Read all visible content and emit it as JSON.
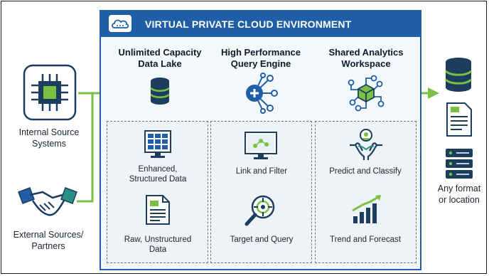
{
  "vpc": {
    "title": "VIRTUAL PRIVATE CLOUD ENVIRONMENT",
    "cloud_icon": "cloud-icon"
  },
  "columns": [
    {
      "title_line1": "Unlimited Capacity",
      "title_line2": "Data Lake",
      "header_icon": "database-icon",
      "items": [
        {
          "label_line1": "Enhanced,",
          "label_line2": "Structured Data",
          "icon": "grid-table-icon"
        },
        {
          "label_line1": "Raw, Unstructured",
          "label_line2": "Data",
          "icon": "document-icon"
        }
      ]
    },
    {
      "title_line1": "High Performance",
      "title_line2": "Query Engine",
      "header_icon": "query-node-icon",
      "items": [
        {
          "label_line1": "Link and Filter",
          "icon": "monitor-network-icon"
        },
        {
          "label_line1": "Target and Query",
          "icon": "magnifier-target-icon"
        }
      ]
    },
    {
      "title_line1": "Shared Analytics",
      "title_line2": "Workspace",
      "header_icon": "cube-network-icon",
      "items": [
        {
          "label_line1": "Predict and Classify",
          "icon": "hands-person-icon"
        },
        {
          "label_line1": "Trend and Forecast",
          "icon": "bar-chart-trend-icon"
        }
      ]
    }
  ],
  "sources": {
    "internal_line1": "Internal Source",
    "internal_line2": "Systems",
    "external_line1": "External Sources/",
    "external_line2": "Partners"
  },
  "output": {
    "label_line1": "Any format",
    "label_line2": "or location"
  },
  "colors": {
    "vpc_blue": "#1f5fa8",
    "navy": "#1c3d5e",
    "accent_green": "#7ac143",
    "teal": "#2a8f86"
  }
}
